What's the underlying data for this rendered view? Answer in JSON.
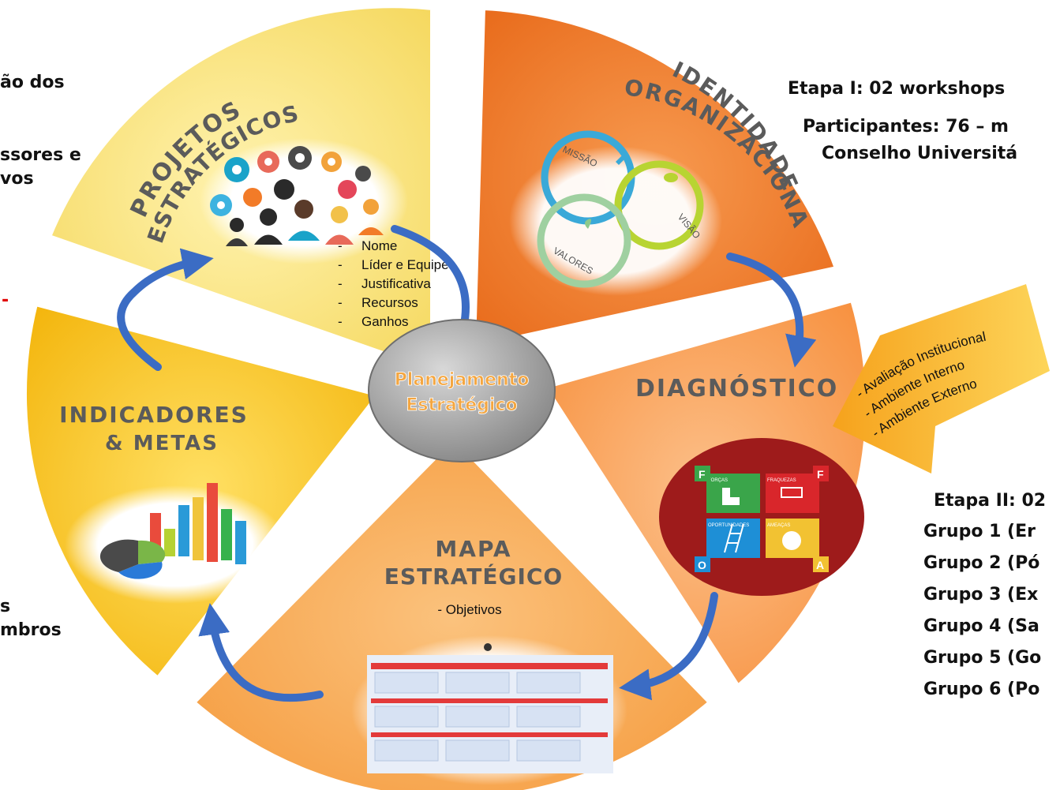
{
  "center": {
    "line1": "Planejamento",
    "line2": "Estratégico"
  },
  "segments": {
    "projetos": {
      "title1": "PROJETOS",
      "title2": "ESTRATÉGICOS",
      "items": [
        "Nome",
        "Líder e Equipe",
        "Justificativa",
        "Recursos",
        "Ganhos"
      ]
    },
    "identidade": {
      "title1": "IDENTIDADE",
      "title2": "ORGANIZACIONAL",
      "rings": [
        "MISSÃO",
        "VISÃO",
        "VALORES"
      ]
    },
    "diagnostico": {
      "title": "DIAGNÓSTICO",
      "callout": [
        "- Avaliação Institucional",
        "- Ambiente Interno",
        "- Ambiente Externo"
      ],
      "swot": {
        "tl_tag": "F",
        "tr_tag": "F",
        "bl_tag": "O",
        "br_tag": "A",
        "tl": "FORÇAS",
        "tr": "FRAQUEZAS",
        "bl": "OPORTUNIDADES",
        "br": "AMEAÇAS"
      }
    },
    "mapa": {
      "title1": "MAPA",
      "title2": "ESTRATÉGICO",
      "sub": "- Objetivos"
    },
    "indicadores": {
      "title1": "INDICADORES",
      "title2": "& METAS"
    }
  },
  "left_text": {
    "l1": "ão dos",
    "l2": "ssores e",
    "l3": "vos",
    "dash": "-",
    "l4": "s",
    "l5": "mbros"
  },
  "right_top": {
    "l1": "Etapa I: 02 workshops",
    "l2": "Participantes: 76 – m",
    "l3": "Conselho Universitá"
  },
  "right_bottom": {
    "l1": "Etapa II: 02",
    "l2": "Grupo 1 (Er",
    "l3": "Grupo 2 (Pó",
    "l4": "Grupo 3 (Ex",
    "l5": "Grupo 4 (Sa",
    "l6": "Grupo 5 (Go",
    "l7": "Grupo 6 (Po"
  },
  "colors": {
    "projetos": "#fae27c",
    "identidade": "#f07f2e",
    "diagnostico": "#f9a15a",
    "mapa": "#f8ae58",
    "indicadores": "#fbc52a",
    "center": "#8c8c8c",
    "arrow": "#3b6cc4",
    "title_text": "#5b5b5b",
    "highlight": "#f4a640"
  }
}
